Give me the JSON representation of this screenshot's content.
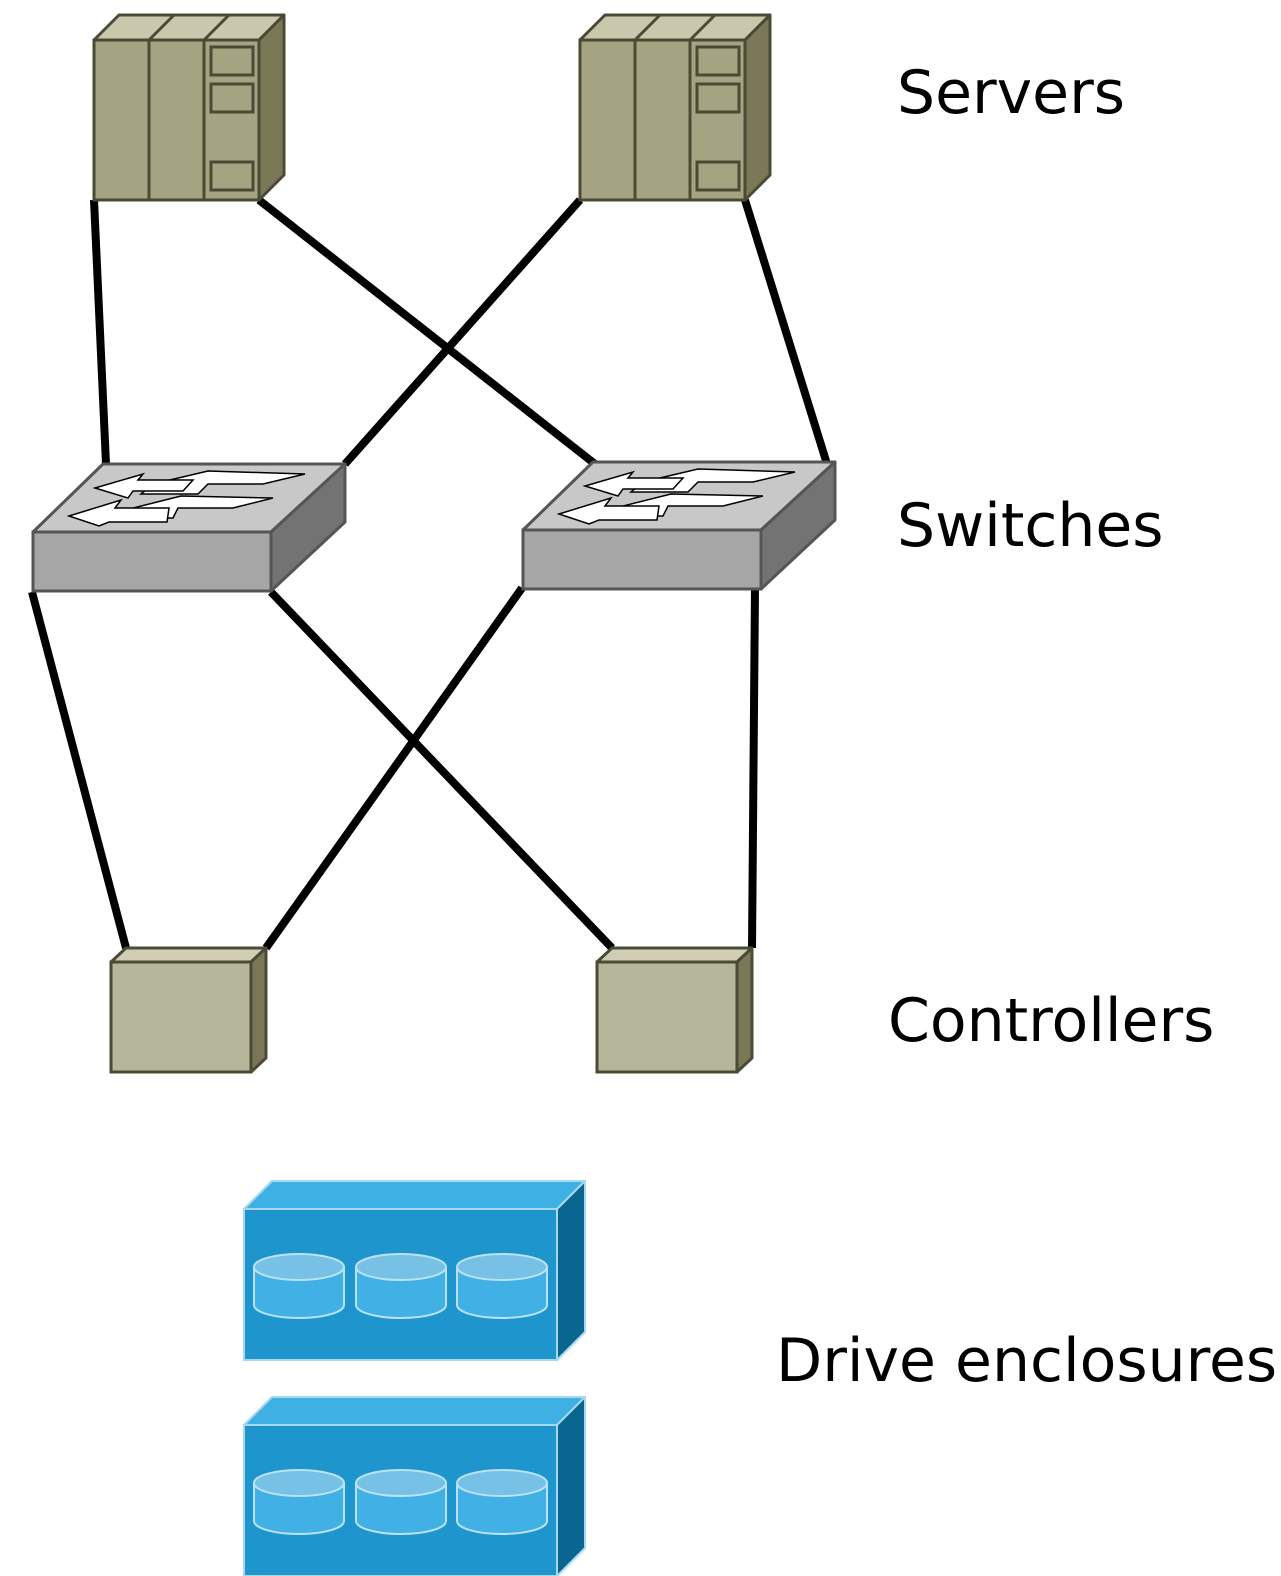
{
  "labels": {
    "servers": "Servers",
    "switches": "Switches",
    "controllers": "Controllers",
    "drive_enclosures": "Drive enclosures"
  },
  "colors": {
    "server_front": "#a4a382",
    "server_top": "#c9c8ad",
    "server_side": "#7a7856",
    "server_outline": "#4b4b35",
    "switch_top": "#c8c8c8",
    "switch_front": "#a6a6a6",
    "switch_side": "#737373",
    "controller_front": "#b6b69a",
    "controller_top": "#cfcdb5",
    "controller_side": "#7a7856",
    "enclosure_front": "#1e96cd",
    "enclosure_top": "#3fb0e3",
    "enclosure_side": "#0a6690",
    "disk_top": "#77c0e6",
    "disk_body": "#41b0e5",
    "link": "#000000"
  },
  "nodes": {
    "servers": [
      "server-1",
      "server-2"
    ],
    "switches": [
      "switch-1",
      "switch-2"
    ],
    "controllers": [
      "controller-1",
      "controller-2"
    ],
    "enclosures": [
      "enclosure-1",
      "enclosure-2"
    ]
  },
  "links": [
    [
      "server-1",
      "switch-1"
    ],
    [
      "server-1",
      "switch-2"
    ],
    [
      "server-2",
      "switch-1"
    ],
    [
      "server-2",
      "switch-2"
    ],
    [
      "switch-1",
      "controller-1"
    ],
    [
      "switch-1",
      "controller-2"
    ],
    [
      "switch-2",
      "controller-1"
    ],
    [
      "switch-2",
      "controller-2"
    ]
  ]
}
